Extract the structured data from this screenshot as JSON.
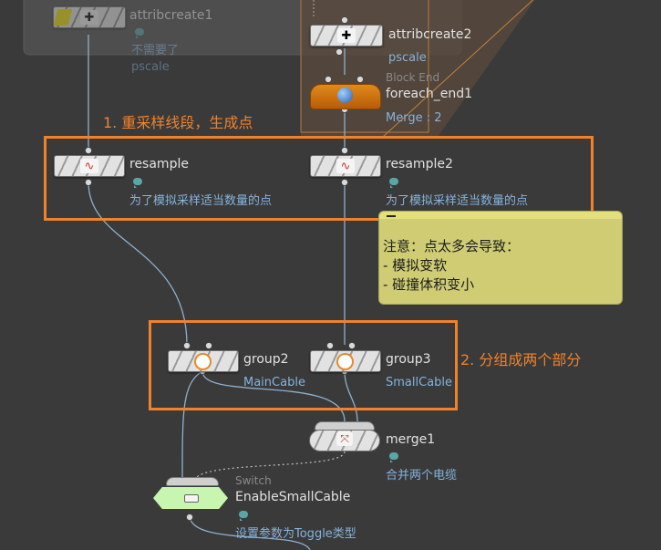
{
  "nodes": {
    "attribcreate1": {
      "name": "attribcreate1",
      "comment": "不需要了",
      "sub": "pscale"
    },
    "attribcreate2": {
      "name": "attribcreate2",
      "sub": "pscale"
    },
    "foreach_end1": {
      "type": "Block End",
      "name": "foreach_end1",
      "sub": "Merge : 2"
    },
    "resample": {
      "name": "resample",
      "comment": "为了模拟采样适当数量的点"
    },
    "resample2": {
      "name": "resample2",
      "comment": "为了模拟采样适当数量的点"
    },
    "group2": {
      "name": "group2",
      "sub": "MainCable"
    },
    "group3": {
      "name": "group3",
      "sub": "SmallCable"
    },
    "merge1": {
      "name": "merge1",
      "comment": "合并两个电缆"
    },
    "switch": {
      "type": "Switch",
      "name": "EnableSmallCable",
      "comment": "设置参数为Toggle类型"
    }
  },
  "annotations": {
    "step1": "1. 重采样线段，生成点",
    "step2": "2. 分组成两个部分"
  },
  "sticky": {
    "lines": [
      "注意：点太多会导致：",
      "- 模拟变软",
      "- 碰撞体积变小"
    ]
  },
  "colors": {
    "background": "#3a3a3a",
    "highlight": "#f0822c",
    "sticky": "#cfcc74",
    "foreach": "#d4700e",
    "switch": "#c8f5b0",
    "wire": "#8fb0cc"
  }
}
